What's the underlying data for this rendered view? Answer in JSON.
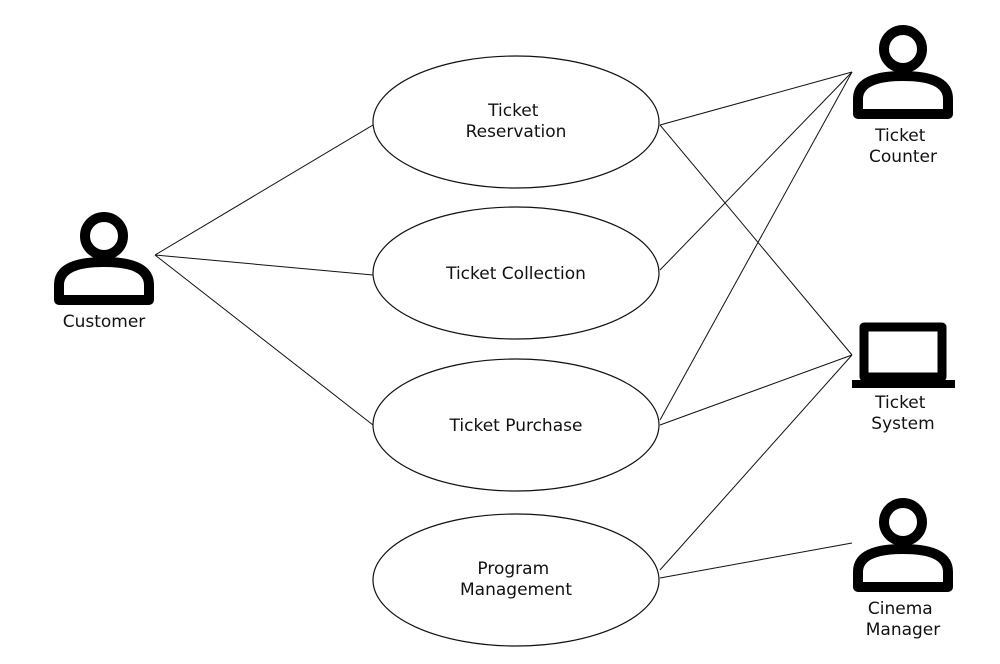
{
  "actors": {
    "customer": {
      "label": [
        "Customer"
      ]
    },
    "ticket_counter": {
      "label": [
        "Ticket",
        "Counter"
      ]
    },
    "ticket_system": {
      "label": [
        "Ticket",
        "System"
      ]
    },
    "cinema_manager": {
      "label": [
        "Cinema",
        "Manager"
      ]
    }
  },
  "use_cases": {
    "ticket_reservation": {
      "label": [
        "Ticket",
        "Reservation"
      ]
    },
    "ticket_collection": {
      "label": [
        "Ticket Collection"
      ]
    },
    "ticket_purchase": {
      "label": [
        "Ticket Purchase"
      ]
    },
    "program_management": {
      "label": [
        "Program",
        "Management"
      ]
    }
  }
}
